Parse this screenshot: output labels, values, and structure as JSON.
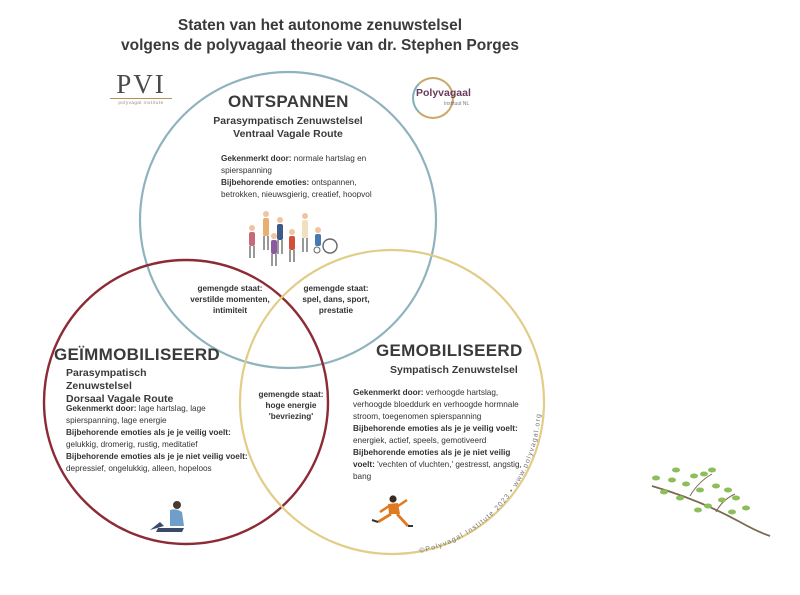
{
  "title": {
    "line1": "Staten van het autonome zenuwstelsel",
    "line2": "volgens de polyvagaal theorie van dr. Stephen Porges"
  },
  "logos": {
    "pvi": {
      "text": "PVI",
      "subtitle": "polyvagal institute"
    },
    "polyvagaal": {
      "name": "Polyvagaal",
      "subtitle": "Instituut NL"
    }
  },
  "colors": {
    "blue_circle": "#8fb3be",
    "red_circle": "#8c2a35",
    "yellow_circle": "#e2cd88",
    "text": "#333333"
  },
  "circles": {
    "ontspannen": {
      "title": "ONTSPANNEN",
      "sub1": "Parasympatisch Zenuwstelsel",
      "sub2": "Ventraal Vagale Route",
      "lines": [
        {
          "label": "Gekenmerkt door:",
          "text": " normale hartslag en"
        },
        {
          "label": "",
          "text": "spierspanning"
        },
        {
          "label": "Bijbehorende emoties:",
          "text": " ontspannen,"
        },
        {
          "label": "",
          "text": "betrokken, nieuwsgierig, creatief, hoopvol"
        }
      ],
      "icon": "group-of-people-icon"
    },
    "geimmobiliseerd": {
      "title": "GEÏMMOBILISEERD",
      "sub1": "Parasympatisch Zenuwstelsel",
      "sub2": "Dorsaal Vagale Route",
      "lines": [
        {
          "label": "Gekenmerkt door:",
          "text": " lage hartslag, lage"
        },
        {
          "label": "",
          "text": "spierspanning, lage energie"
        },
        {
          "label": "Bijbehorende emoties als je je veilig voelt:",
          "text": ""
        },
        {
          "label": "",
          "text": "gelukkig, dromerig, rustig, meditatief"
        },
        {
          "label": "Bijbehorende emoties als je je niet veilig voelt:",
          "text": ""
        },
        {
          "label": "",
          "text": "depressief, ongelukkig, alleen, hopeloos"
        }
      ],
      "icon": "sitting-person-icon"
    },
    "gemobiliseerd": {
      "title": "GEMOBILISEERD",
      "sub1": "Sympatisch Zenuwstelsel",
      "lines": [
        {
          "label": "Gekenmerkt door:",
          "text": " verhoogde hartslag,"
        },
        {
          "label": "",
          "text": "verhoogde bloeddurk en verhoogde hormnale"
        },
        {
          "label": "",
          "text": "stroom, toegenomen spierspanning"
        },
        {
          "label": "Bijbehorende emoties als je je veilig voelt:",
          "text": ""
        },
        {
          "label": "",
          "text": "energiek, actief, speels, gemotiveerd"
        },
        {
          "label": "Bijbehorende  emoties als je je niet veilig",
          "text": ""
        },
        {
          "label": "voelt:",
          "text": " 'vechten of vluchten,' gestresst, angstig,"
        },
        {
          "label": "",
          "text": "bang"
        }
      ],
      "icon": "running-person-icon"
    }
  },
  "mixed_states": {
    "top_left": [
      "gemengde staat:",
      "verstilde momenten,",
      "intimiteit"
    ],
    "top_right": [
      "gemengde staat:",
      "spel, dans, sport,",
      "prestatie"
    ],
    "bottom": [
      "gemengde staat:",
      "hoge energie",
      "'bevriezing'"
    ]
  },
  "watermark": "©Polyvagal Institute 2023 • www.polyvagal.org",
  "decoration": "branch-with-leaves-icon"
}
